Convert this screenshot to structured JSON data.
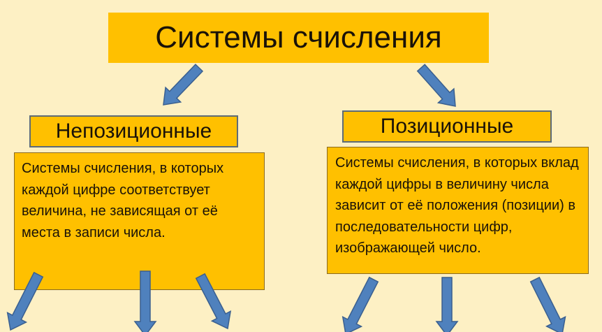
{
  "title": "Системы счисления",
  "left": {
    "header": "Непозиционные",
    "description": "Системы счисления, в которых каждой цифре соответствует величина, не зависящая от её места в записи числа."
  },
  "right": {
    "header": "Позиционные",
    "description": "Системы счисления,   в которых вклад каждой цифры в величину числа зависит от её положения (позиции) в последовательности цифр, изображающей число."
  },
  "colors": {
    "background": "#fdf0c4",
    "box": "#ffc000",
    "arrow": "#4f81bd"
  }
}
